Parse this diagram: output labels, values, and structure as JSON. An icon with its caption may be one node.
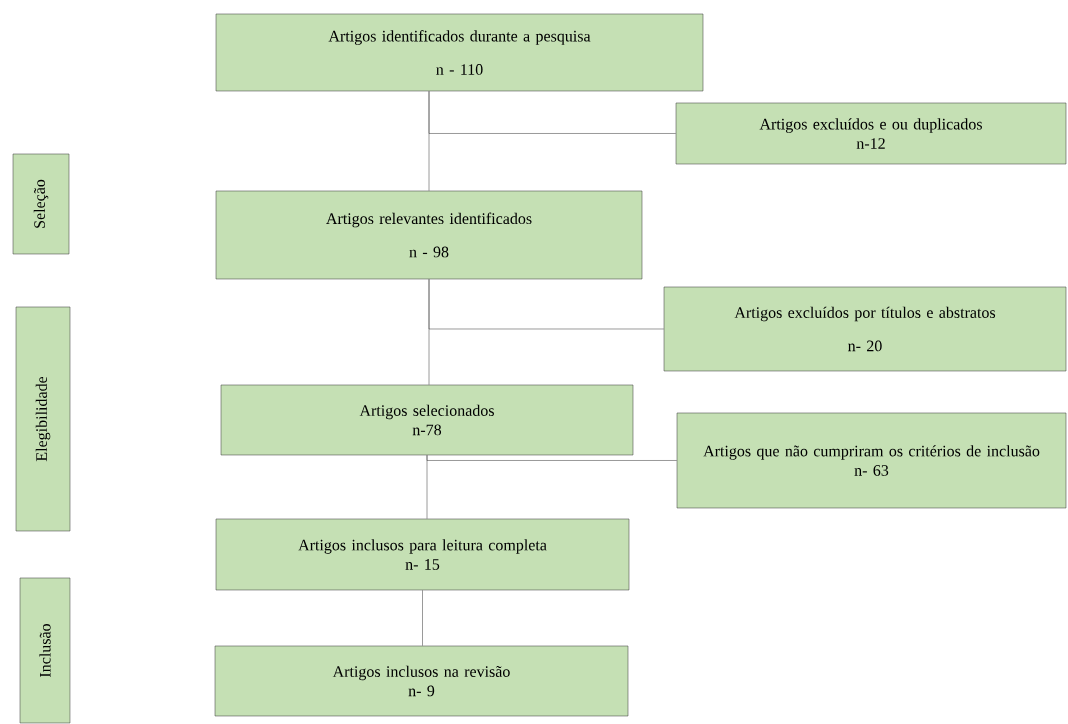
{
  "diagram": {
    "nodes": [
      {
        "text": [
          "Artigos identificados durante a pesquisa",
          "n - 110"
        ]
      },
      {
        "text": [
          "Artigos relevantes identificados",
          "n - 98"
        ]
      },
      {
        "text": [
          "Artigos selecionados",
          "n-78"
        ]
      },
      {
        "text": [
          "Artigos inclusos para leitura completa",
          "n- 15"
        ]
      },
      {
        "text": [
          "Artigos inclusos na revisão",
          "n- 9"
        ]
      },
      {
        "text": [
          "Artigos excluídos e ou duplicados",
          "n-12"
        ]
      },
      {
        "text": [
          "Artigos excluídos por títulos e abstratos",
          "n- 20"
        ]
      },
      {
        "text": [
          "Artigos que não cumpriram os critérios de inclusão",
          "n- 63"
        ]
      },
      {
        "text": [
          "Seleção"
        ]
      },
      {
        "text": [
          "Elegibilidade"
        ]
      },
      {
        "text": [
          "Inclusão"
        ]
      }
    ],
    "edges": [
      {
        "from": 0,
        "to": 1,
        "arrow": "none"
      },
      {
        "from": 0,
        "to": 5,
        "arrow": "none"
      },
      {
        "from": 1,
        "to": 2,
        "arrow": "none"
      },
      {
        "from": 1,
        "to": 6,
        "arrow": "none"
      },
      {
        "from": 2,
        "to": 3,
        "arrow": "none"
      },
      {
        "from": 2,
        "to": 7,
        "arrow": "none"
      },
      {
        "from": 3,
        "to": 4,
        "arrow": "none"
      }
    ]
  }
}
